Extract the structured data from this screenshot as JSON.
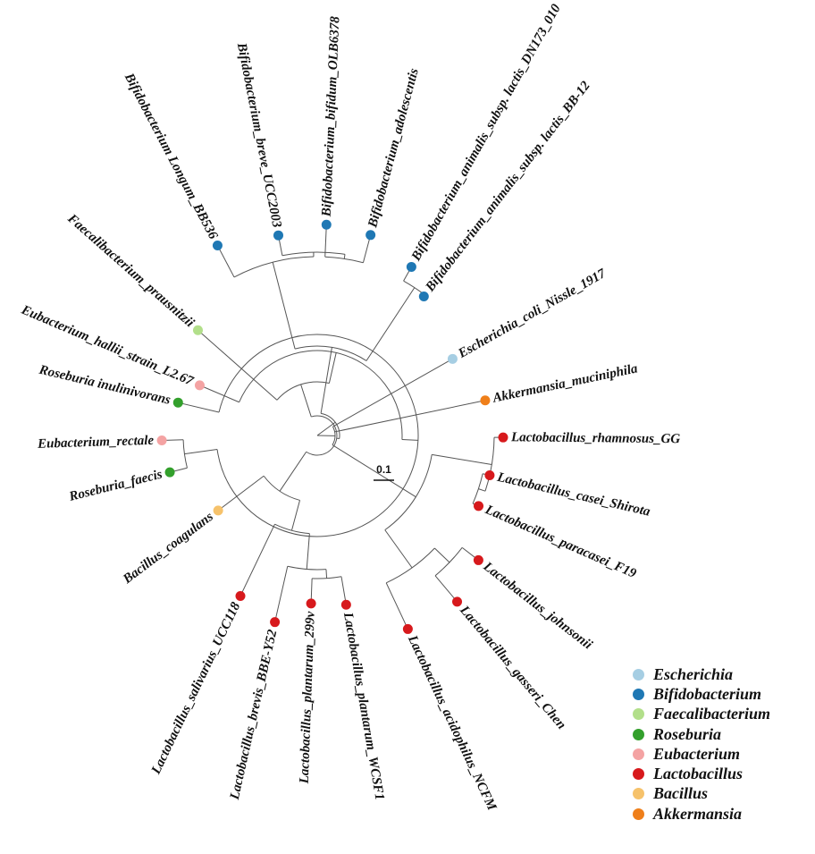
{
  "scale_bar": {
    "label": "0.1"
  },
  "genera": {
    "Escherichia": "#a6cee3",
    "Bifidobacterium": "#1f78b4",
    "Faecalibacterium": "#b2df8a",
    "Roseburia": "#33a02c",
    "Eubacterium": "#f4a3a3",
    "Lactobacillus": "#d7191c",
    "Bacillus": "#f6c26b",
    "Akkermansia": "#ef7f1a"
  },
  "legend": [
    {
      "name": "Escherichia",
      "color": "#a6cee3"
    },
    {
      "name": "Bifidobacterium",
      "color": "#1f78b4"
    },
    {
      "name": "Faecalibacterium",
      "color": "#b2df8a"
    },
    {
      "name": "Roseburia",
      "color": "#33a02c"
    },
    {
      "name": "Eubacterium",
      "color": "#f4a3a3"
    },
    {
      "name": "Lactobacillus",
      "color": "#d7191c"
    },
    {
      "name": "Bacillus",
      "color": "#f6c26b"
    },
    {
      "name": "Akkermansia",
      "color": "#ef7f1a"
    }
  ],
  "leaves": [
    {
      "id": "escherichia_coli",
      "label": "Escherichia_coli_Nissle_1917",
      "genus": "Escherichia"
    },
    {
      "id": "akkermansia",
      "label": "Akkermansia_muciniphila",
      "genus": "Akkermansia"
    },
    {
      "id": "l_rhamnosus",
      "label": "Lactobacillus_rhamnosus_GG",
      "genus": "Lactobacillus"
    },
    {
      "id": "l_casei",
      "label": "Lactobacillus_casei_Shirota",
      "genus": "Lactobacillus"
    },
    {
      "id": "l_paracasei",
      "label": "Lactobacillus_paracasei_F19",
      "genus": "Lactobacillus"
    },
    {
      "id": "l_johnsonii",
      "label": "Lactobacillus_johnsonii",
      "genus": "Lactobacillus"
    },
    {
      "id": "l_gasseri",
      "label": "Lactobacillus_gasseri_Chen",
      "genus": "Lactobacillus"
    },
    {
      "id": "l_acidophilus",
      "label": "Lactobacillus_acidophilus_NCFM",
      "genus": "Lactobacillus"
    },
    {
      "id": "l_plantarum_wcsf1",
      "label": "Lactobacillus_plantarum_WCSF1",
      "genus": "Lactobacillus"
    },
    {
      "id": "l_plantarum_299v",
      "label": "Lactobacillus_plantarum_299v",
      "genus": "Lactobacillus"
    },
    {
      "id": "l_brevis",
      "label": "Lactobacillus_brevis_BBE-Y52",
      "genus": "Lactobacillus"
    },
    {
      "id": "l_salivarius",
      "label": "Lactobacillus_salivarius_UCC118",
      "genus": "Lactobacillus"
    },
    {
      "id": "b_coagulans",
      "label": "Bacillus_coagulans",
      "genus": "Bacillus"
    },
    {
      "id": "r_faecis",
      "label": "Roseburia_faecis",
      "genus": "Roseburia"
    },
    {
      "id": "e_rectale",
      "label": "Eubacterium_rectale",
      "genus": "Eubacterium"
    },
    {
      "id": "r_inulinivorans",
      "label": "Roseburia inulinivorans",
      "genus": "Roseburia"
    },
    {
      "id": "e_hallii",
      "label": "Eubacterium_hallii_strain_L2.67",
      "genus": "Eubacterium"
    },
    {
      "id": "f_prausnitzii",
      "label": "Faecalibacterium_prausnitzii",
      "genus": "Faecalibacterium"
    },
    {
      "id": "b_longum",
      "label": "Bifidobacterium Longum_BB536",
      "genus": "Bifidobacterium"
    },
    {
      "id": "b_breve",
      "label": "Bifidobacterium_breve_UCC2003",
      "genus": "Bifidobacterium"
    },
    {
      "id": "b_bifidum",
      "label": "Bifidobacterium_bifidum_OLB6378",
      "genus": "Bifidobacterium"
    },
    {
      "id": "b_adolescentis",
      "label": "Bifidobacterium_adolescentis",
      "genus": "Bifidobacterium"
    },
    {
      "id": "b_animalis_dn173",
      "label": "Bifidobacterium_animalis_subsp. lactis_DN173_010",
      "genus": "Bifidobacterium"
    },
    {
      "id": "b_animalis_bb12",
      "label": "Bifidobacterium_animalis_subsp. lactis_BB-12",
      "genus": "Bifidobacterium"
    }
  ]
}
